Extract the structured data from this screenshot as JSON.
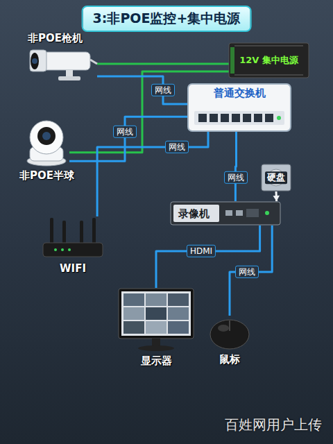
{
  "diagram": {
    "title": "3:非POE监控+集中电源",
    "nodes": [
      {
        "text": [
          "非POE枪机"
        ]
      },
      {
        "text": [
          "12V 集中电源"
        ]
      },
      {
        "text": [
          "普通交换机"
        ]
      },
      {
        "text": [
          "非POE半球"
        ]
      },
      {
        "text": [
          "硬盘"
        ]
      },
      {
        "text": [
          "录像机"
        ]
      },
      {
        "text": [
          "WIFI"
        ]
      },
      {
        "text": [
          "显示器"
        ]
      },
      {
        "text": [
          "鼠标"
        ]
      }
    ],
    "edges": [
      {
        "from": 0,
        "to": 1,
        "arrow": "none"
      },
      {
        "from": 3,
        "to": 1,
        "arrow": "none"
      },
      {
        "from": 0,
        "to": 2,
        "label": "网线",
        "arrow": "none"
      },
      {
        "from": 3,
        "to": 2,
        "label": "网线",
        "arrow": "none"
      },
      {
        "from": 2,
        "to": 6,
        "label": "网线",
        "arrow": "none"
      },
      {
        "from": 2,
        "to": 5,
        "label": "网线",
        "arrow": "none"
      },
      {
        "from": 4,
        "to": 5,
        "arrow": "to"
      },
      {
        "from": 5,
        "to": 7,
        "label": "HDMI",
        "arrow": "none"
      },
      {
        "from": 5,
        "to": 8,
        "label": "网线",
        "arrow": "none"
      }
    ],
    "labels": [
      "百姓网用户上传"
    ]
  }
}
